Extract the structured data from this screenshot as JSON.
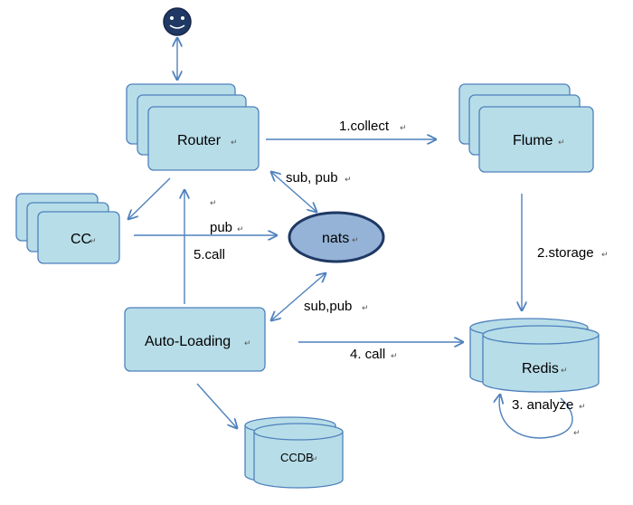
{
  "nodes": {
    "router": "Router",
    "flume": "Flume",
    "cc": "CC",
    "nats": "nats",
    "auto_loading": "Auto-Loading",
    "redis": "Redis",
    "ccdb": "CCDB",
    "user_icon": "smiley-face-icon"
  },
  "edges": {
    "collect": "1.collect",
    "storage": "2.storage",
    "analyze": "3. analyze",
    "call_redis": "4. call",
    "call_router": "5.call",
    "router_nats": "sub, pub",
    "cc_nats": "pub",
    "auto_nats": "sub,pub"
  },
  "colors": {
    "box_fill": "#b7dde8",
    "box_stroke": "#4f81bd",
    "nats_fill": "#95b3d7",
    "arrow": "#4f81bd",
    "face_fill": "#1f3864"
  }
}
